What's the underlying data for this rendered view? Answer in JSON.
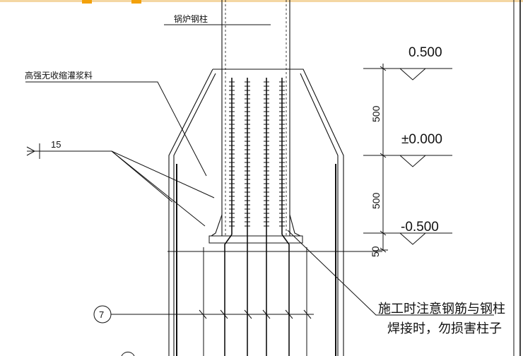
{
  "drawing": {
    "labels": {
      "column": "锅炉钢柱",
      "grout": "高强无收缩灌浆料",
      "gap_dimension": "15",
      "grid_bubble": "7",
      "note_line1": "施工时注意钢筋与钢柱",
      "note_line2": "焊接时，勿损害柱子"
    },
    "levels": {
      "top": "0.500",
      "mid": "±0.000",
      "bottom": "-0.500"
    },
    "dimensions": {
      "upper_segment": "500",
      "lower_segment": "500",
      "bottom_gap": "50"
    },
    "colors": {
      "line": "#111111",
      "background": "#ffffff",
      "accent": "#f3a10a"
    }
  }
}
